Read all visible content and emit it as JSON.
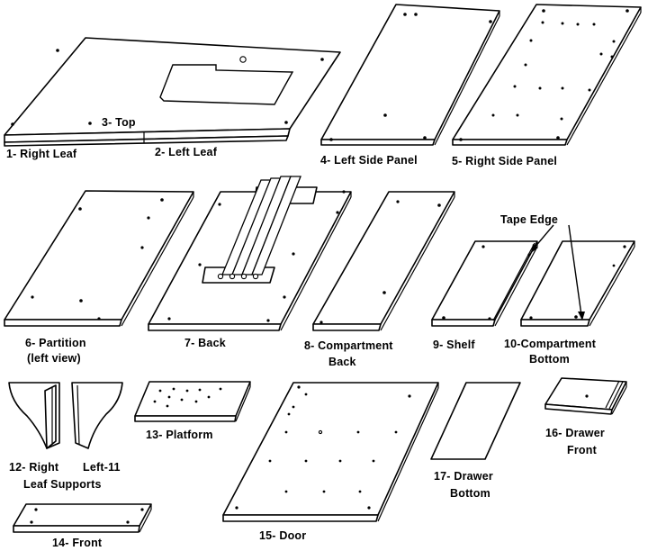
{
  "parts": {
    "p1": "1- Right Leaf",
    "p2": "2- Left Leaf",
    "p3": "3- Top",
    "p4": "4- Left Side Panel",
    "p5": "5- Right Side Panel",
    "p6_line1": "6- Partition",
    "p6_line2": "(left view)",
    "p7": "7- Back",
    "p8_line1": "8- Compartment",
    "p8_line2": "Back",
    "p9": "9- Shelf",
    "p10_line1": "10-Compartment",
    "p10_line2": "Bottom",
    "p11": "Left-11",
    "p12_line1": "12- Right",
    "p12_line2": "Leaf Supports",
    "p13": "13- Platform",
    "p14": "14- Front",
    "p15": "15- Door",
    "p16_line1": "16- Drawer",
    "p16_line2": "Front",
    "p17_line1": "17- Drawer",
    "p17_line2": "Bottom"
  },
  "callouts": {
    "tape_edge": "Tape Edge"
  }
}
